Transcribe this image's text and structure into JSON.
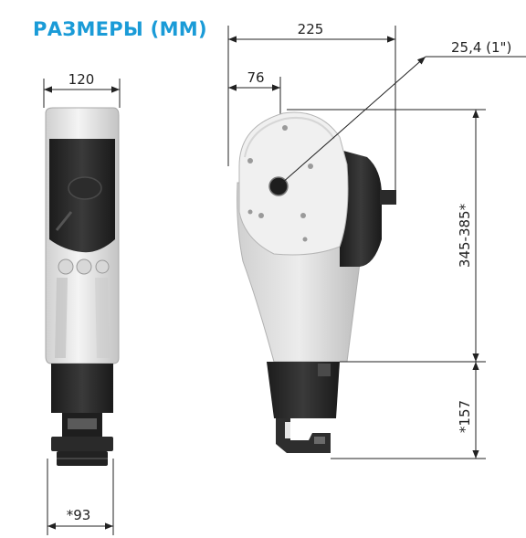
{
  "title": "РАЗМЕРЫ (ММ)",
  "dimensions": {
    "front_width": "120",
    "front_bottom_width": "*93",
    "side_total_width": "225",
    "side_offset": "76",
    "shaft_diameter": "25,4 (1\")",
    "side_height_upper": "345-385*",
    "side_height_lower": "*157"
  },
  "colors": {
    "title": "#1a9bd7",
    "dimension_line": "#222222",
    "housing_light": "#e6e6e6",
    "housing_dark": "#2b2b2b"
  }
}
